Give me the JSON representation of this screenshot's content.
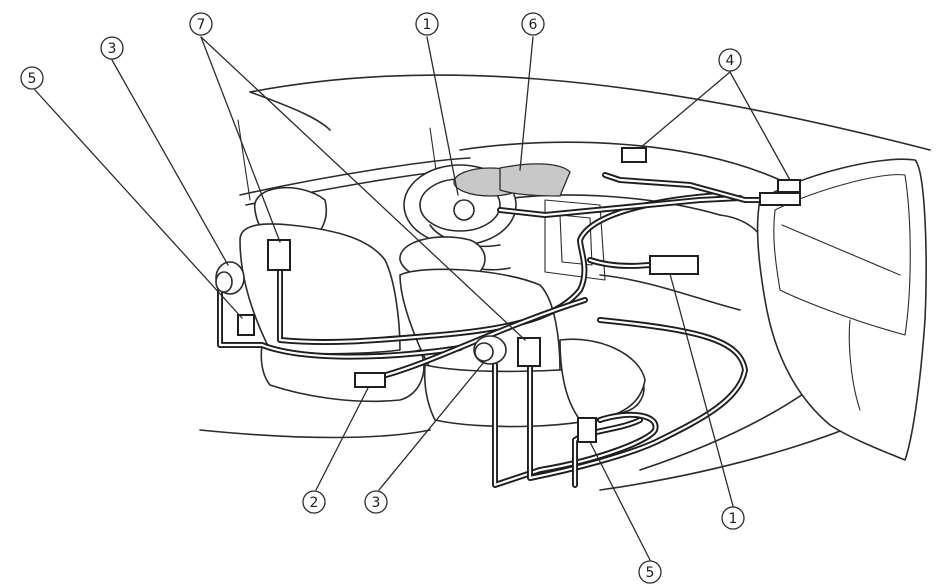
{
  "callouts": [
    {
      "id": "c1-top",
      "label": "1"
    },
    {
      "id": "c1-right",
      "label": "1"
    },
    {
      "id": "c2",
      "label": "2"
    },
    {
      "id": "c3-left",
      "label": "3"
    },
    {
      "id": "c3-bottom",
      "label": "3"
    },
    {
      "id": "c4",
      "label": "4"
    },
    {
      "id": "c5-left",
      "label": "5"
    },
    {
      "id": "c5-bottom",
      "label": "5"
    },
    {
      "id": "c6",
      "label": "6"
    },
    {
      "id": "c7",
      "label": "7"
    }
  ]
}
